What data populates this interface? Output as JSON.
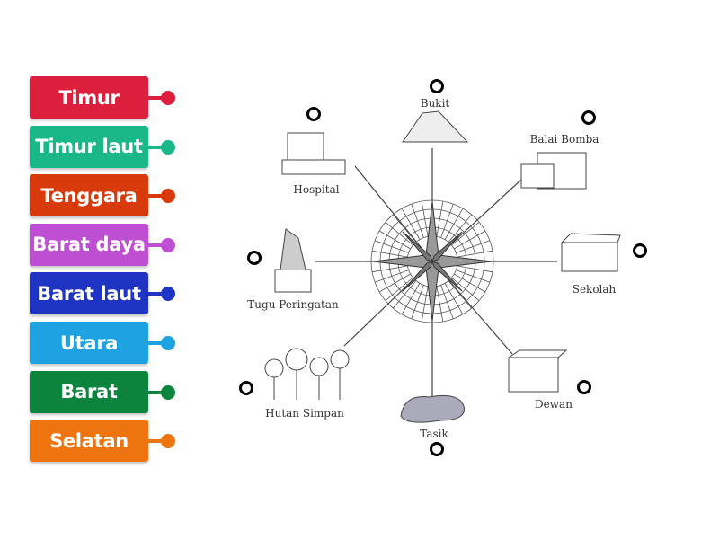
{
  "tiles": [
    {
      "label": "Timur",
      "color": "#dc1f3c"
    },
    {
      "label": "Timur laut",
      "color": "#1ab789"
    },
    {
      "label": "Tenggara",
      "color": "#d83a0c"
    },
    {
      "label": "Barat daya",
      "color": "#bf4fd2"
    },
    {
      "label": "Barat laut",
      "color": "#1f34c2"
    },
    {
      "label": "Utara",
      "color": "#1fa2e2"
    },
    {
      "label": "Barat",
      "color": "#0d843e"
    },
    {
      "label": "Selatan",
      "color": "#ee7410"
    }
  ],
  "places": {
    "bukit": "Bukit",
    "hospital": "Hospital",
    "balai_bomba": "Balai Bomba",
    "sekolah": "Sekolah",
    "tugu": "Tugu Peringatan",
    "hutan": "Hutan Simpan",
    "tasik": "Tasik",
    "dewan": "Dewan"
  }
}
